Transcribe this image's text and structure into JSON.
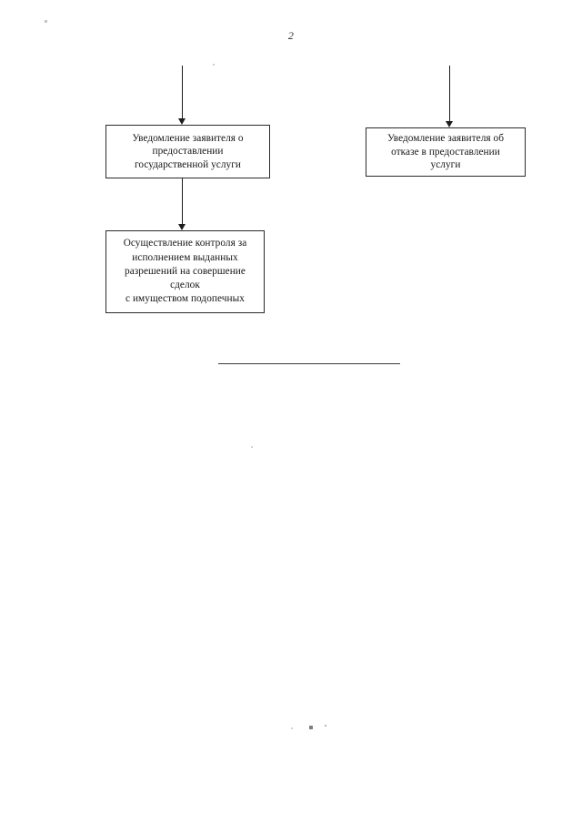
{
  "document": {
    "page_number": "2",
    "language": "ru"
  },
  "diagram": {
    "type": "flowchart",
    "nodes": [
      {
        "id": "notify-grant",
        "label": "Уведомление заявителя о\nпредоставлении\nгосударственной услуги",
        "shape": "rectangle"
      },
      {
        "id": "notify-refusal",
        "label": "Уведомление заявителя об\nотказе в предоставлении\nуслуги",
        "shape": "rectangle"
      },
      {
        "id": "control",
        "label": "Осуществление контроля за\nисполнением выданных\nразрешений на совершение\nсделок\nс имуществом подопечных",
        "shape": "rectangle"
      }
    ],
    "connectors": [
      {
        "id": "arrow-to-notify-grant",
        "from": "above-page",
        "to": "notify-grant",
        "direction": "down"
      },
      {
        "id": "arrow-to-notify-refusal",
        "from": "above-page",
        "to": "notify-refusal",
        "direction": "down"
      },
      {
        "id": "arrow-to-control",
        "from": "notify-grant",
        "to": "control",
        "direction": "down"
      }
    ]
  },
  "colors": {
    "ink": "#1a1a1a",
    "border": "#2a2a2a",
    "paper": "#ffffff"
  }
}
